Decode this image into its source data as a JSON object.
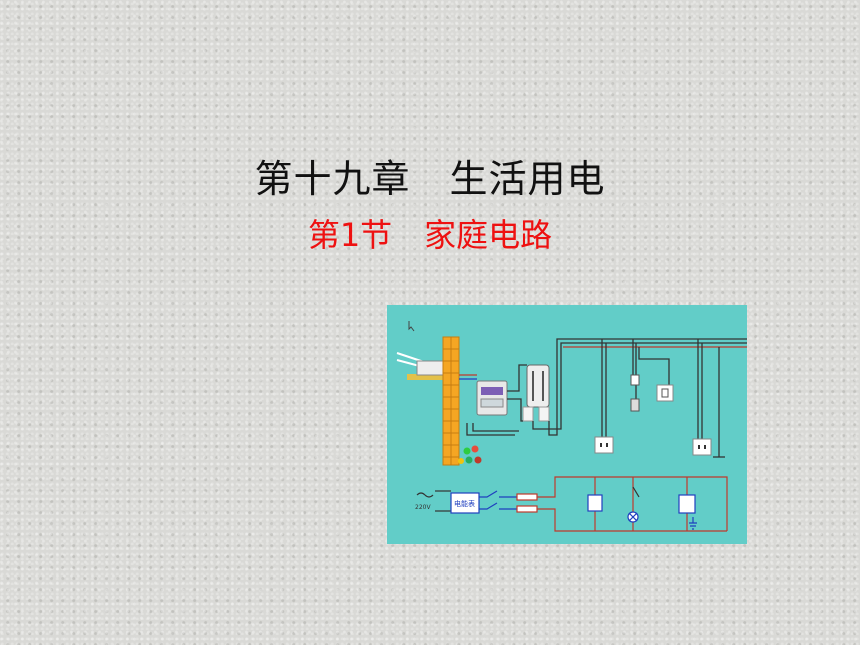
{
  "slide": {
    "title": "第十九章　生活用电",
    "subtitle": "第1节　家庭电路"
  },
  "diagram": {
    "voltage_label": "220V",
    "meter_label": "电能表"
  },
  "colors": {
    "background": "#d9d9d6",
    "title": "#111111",
    "subtitle": "#ee1111",
    "figure_bg": "#62cdc8",
    "wire_red": "#c0392b",
    "wire_blue": "#1f3fbf",
    "panel_orange": "#f5a623"
  }
}
